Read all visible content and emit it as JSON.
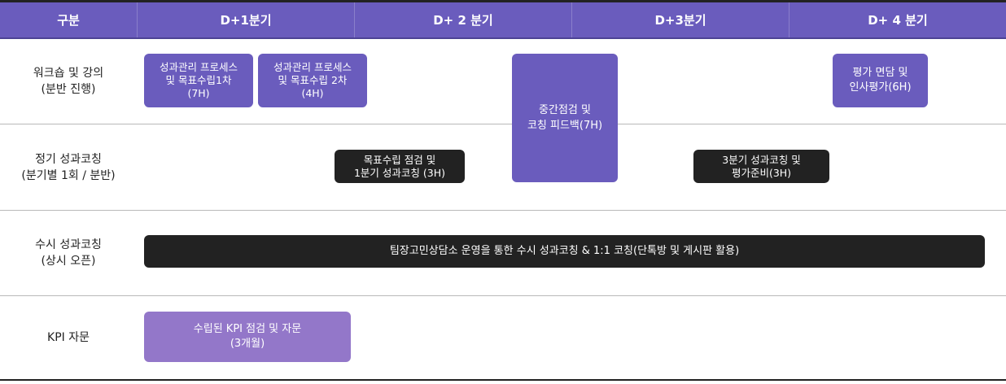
{
  "colors": {
    "header": "#6a5cbd",
    "purple": "#6a5cbd",
    "dark": "#222222",
    "light_purple": "#9377c9"
  },
  "header": {
    "category": "구분",
    "quarters": [
      "D+1분기",
      "D+ 2 분기",
      "D+3분기",
      "D+ 4 분기"
    ]
  },
  "rows": [
    {
      "label": "워크숍 및 강의\n(분반 진행)"
    },
    {
      "label": "정기 성과코칭\n(분기별 1회 / 분반)"
    },
    {
      "label": "수시 성과코칭\n(상시 오픈)"
    },
    {
      "label": "KPI 자문"
    }
  ],
  "boxes": {
    "ws1": "성과관리 프로세스\n및 목표수립1차\n(7H)",
    "ws2": "성과관리 프로세스\n및 목표수립 2차\n(4H)",
    "mid": "중간점검 및\n코칭 피드백(7H)",
    "eval": "평가 면담 및\n인사평가(6H)",
    "coach1": "목표수립 점검 및\n1분기 성과코칭 (3H)",
    "coach3": "3분기 성과코칭 및\n평가준비(3H)",
    "adhoc": "팀장고민상담소 운영을 통한 수시 성과코칭 & 1:1 코칭(단톡방 및 게시판 활용)",
    "kpi": "수립된 KPI 점검 및 자문\n(3개월)"
  }
}
